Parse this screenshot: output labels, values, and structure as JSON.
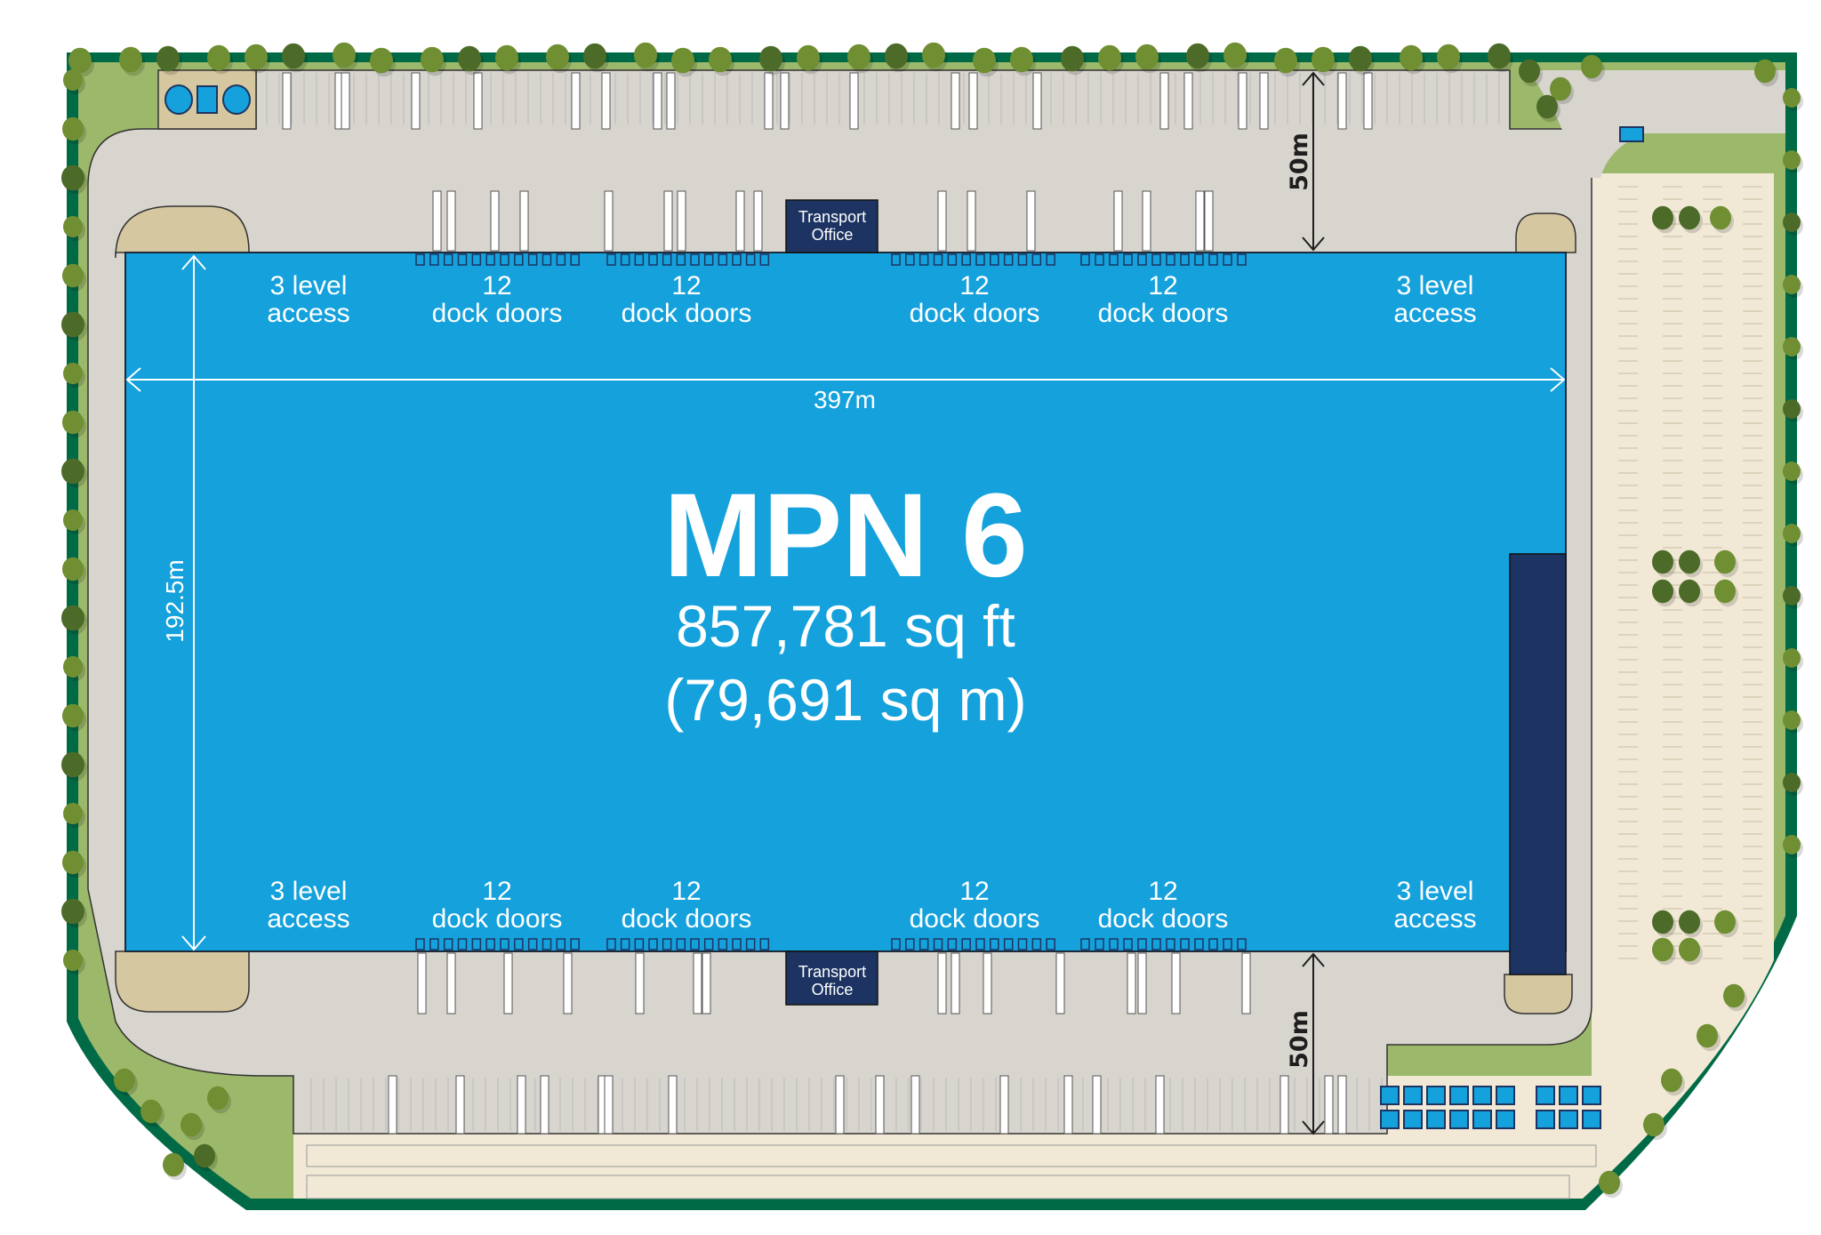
{
  "building": {
    "name": "MPN 6",
    "area_sqft": "857,781 sq ft",
    "area_sqm": "(79,691 sq m)",
    "width_label": "397m",
    "depth_label": "192.5m"
  },
  "yard_depth": {
    "top": "50m",
    "bottom": "50m"
  },
  "transport_office": {
    "top": [
      "Transport",
      "Office"
    ],
    "bottom": [
      "Transport",
      "Office"
    ]
  },
  "top_labels": [
    {
      "line1": "3 level",
      "line2": "access"
    },
    {
      "line1": "12",
      "line2": "dock doors"
    },
    {
      "line1": "12",
      "line2": "dock doors"
    },
    {
      "line1": "12",
      "line2": "dock doors"
    },
    {
      "line1": "12",
      "line2": "dock doors"
    },
    {
      "line1": "3 level",
      "line2": "access"
    }
  ],
  "bottom_labels": [
    {
      "line1": "3 level",
      "line2": "access"
    },
    {
      "line1": "12",
      "line2": "dock doors"
    },
    {
      "line1": "12",
      "line2": "dock doors"
    },
    {
      "line1": "12",
      "line2": "dock doors"
    },
    {
      "line1": "12",
      "line2": "dock doors"
    },
    {
      "line1": "3 level",
      "line2": "access"
    }
  ],
  "colors": {
    "building": "#14a1dc",
    "office": "#1d3462",
    "boundary": "#006a46",
    "landscape": "#9cb86a",
    "yard": "#d8d4ce",
    "tan": "#d5c7a0",
    "parking": "#f1e9d6",
    "tree": "#6f8f32"
  }
}
